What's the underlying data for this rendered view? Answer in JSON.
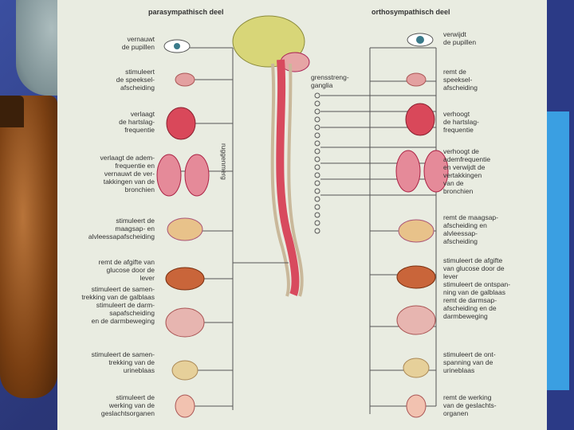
{
  "header": {
    "left": "parasympathisch deel",
    "right": "orthosympathisch deel"
  },
  "left_labels": [
    "vernauwt\nde pupillen",
    "stimuleert\nde speeksel-\nafscheiding",
    "verlaagt\nde hartslag-\nfrequentie",
    "verlaagt de adem-\nfrequentie en\nvernauwt de ver-\ntakkingen van de\nbronchien",
    "stimuleert de\nmaagsap- en\nalvleessapafscheiding",
    "remt de afgifte van\nglucose door de\nlever",
    "stimuleert de samen-\ntrekking van de galblaas\nstimuleert de darm-\nsapafscheiding\nen de darmbeweging",
    "stimuleert de samen-\ntrekking van de\nurineblaas",
    "stimuleert de\nwerking van de\ngeslachtsorganen"
  ],
  "right_labels": [
    "verwijdt\nde pupillen",
    "remt de\nspeeksel-\nafscheiding",
    "verhoogt\nde hartslag-\nfrequentie",
    "verhoogt de\nademfrequentie\nen verwijdt de\nvertakkingen\nvan de\nbronchien",
    "remt de maagsap-\nafscheiding en\nalvleessap-\nafscheiding",
    "stimuleert de afgifte\nvan glucose door de\nlever\nstimuleert de ontspan-\nning van de galblaas\nremt de darmsap-\nafscheiding en de\ndarmbeweging",
    "stimuleert de ont-\nspanning van de\nurineblaas",
    "remt de werking\nvan de geslachts-\norganen"
  ],
  "center": {
    "ganglia": "grensstreng-\nganglia",
    "spine": "ruggenmerg"
  },
  "colors": {
    "organ": "#d9485a",
    "brain": "#d8d678",
    "nerve": "#555555"
  }
}
